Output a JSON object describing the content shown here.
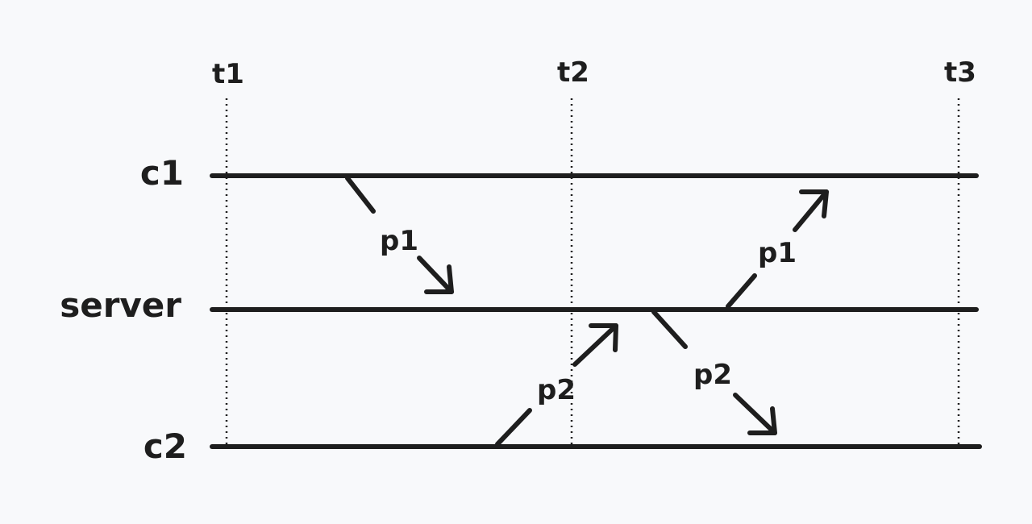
{
  "diagram": {
    "time_labels": [
      "t1",
      "t2",
      "t3"
    ],
    "lane_labels": [
      "c1",
      "server",
      "c2"
    ],
    "messages": [
      {
        "label": "p1",
        "from": "c1",
        "to": "server"
      },
      {
        "label": "p2",
        "from": "c2",
        "to": "server"
      },
      {
        "label": "p1",
        "from": "server",
        "to": "c1"
      },
      {
        "label": "p2",
        "from": "server",
        "to": "c2"
      }
    ]
  }
}
